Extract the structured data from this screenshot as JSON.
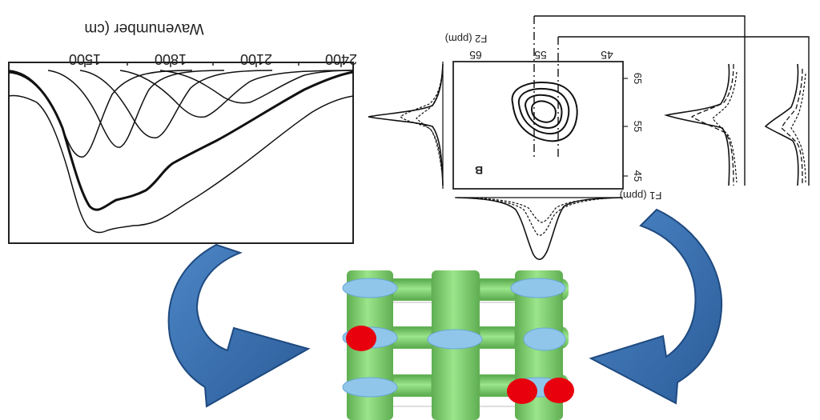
{
  "ir_panel": {
    "axis_title": "Wavenumber (cm",
    "tick_labels": [
      "1500",
      "1800",
      "2100",
      "2400"
    ]
  },
  "nmr_panel": {
    "f2_label": "F2 (ppm)",
    "f1_label": "F1 (ppm)",
    "top_tick_labels": [
      "65",
      "55",
      "45"
    ],
    "right_tick_labels": [
      "65",
      "55",
      "45"
    ],
    "panel_letter": "B"
  },
  "colors": {
    "arrow_fill": "#3a6fb0",
    "arrow_stroke": "#1f4a80",
    "rod": "#8fdc7f",
    "rod_shade": "#5fae52",
    "site_blue": "#8fc6ea",
    "site_red": "#e8000d"
  }
}
